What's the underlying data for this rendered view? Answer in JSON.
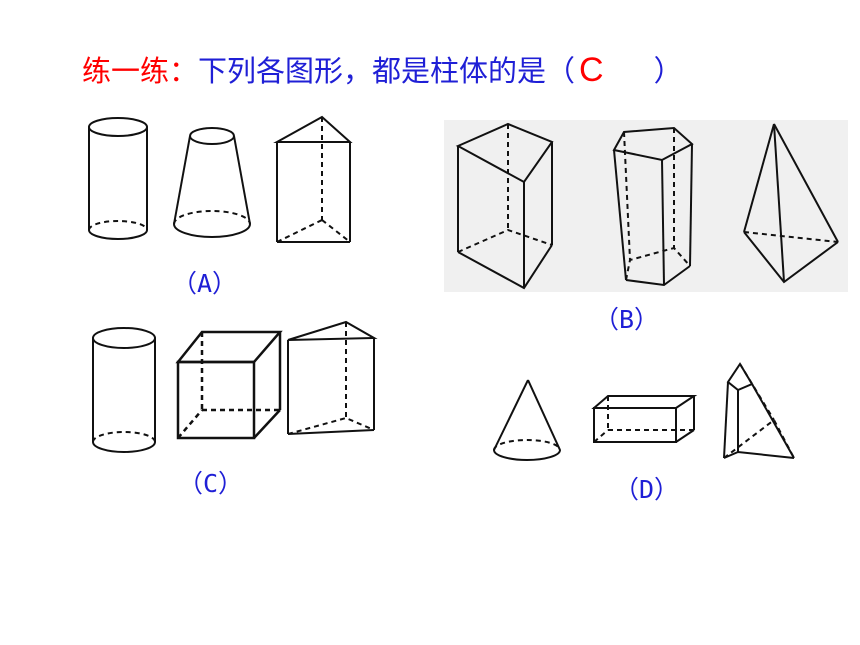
{
  "question": {
    "prefix": "练一练：",
    "text": "下列各图形，都是柱体的是（",
    "answer": "C",
    "closing": "）"
  },
  "options": {
    "a": {
      "label": "（A）",
      "shapes": [
        "cylinder",
        "frustum-of-cone",
        "triangular-prism"
      ]
    },
    "b": {
      "label": "（B）",
      "shapes": [
        "quadrilateral-prism",
        "pentagonal-prism",
        "triangular-pyramid"
      ]
    },
    "c": {
      "label": "（C）",
      "shapes": [
        "cylinder",
        "cube",
        "triangular-prism"
      ]
    },
    "d": {
      "label": "（D）",
      "shapes": [
        "cone",
        "cuboid",
        "frustum-of-pyramid"
      ]
    }
  },
  "colors": {
    "prefix": "#ff0000",
    "question": "#1f1fd6",
    "answer": "#ff0000",
    "labels": "#1f1fd6"
  }
}
